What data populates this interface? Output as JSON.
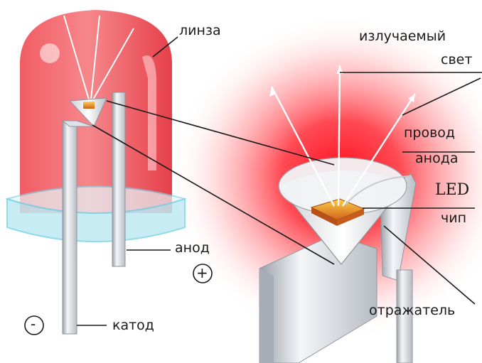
{
  "labels": {
    "lens": "линза",
    "emitted_light_1": "излучаемый",
    "emitted_light_2": "свет",
    "anode_wire_1": "провод",
    "anode_wire_2": "анода",
    "led": "LED",
    "chip": "чип",
    "anode": "анод",
    "cathode": "катод",
    "reflector": "отражатель",
    "plus": "+",
    "minus": "-"
  },
  "colors": {
    "lens_red": "#e8323c",
    "glow_red": "#ff1e2a",
    "metal": "#d7dbe0",
    "chip_orange": "#e87a1e",
    "base_cyan": "#7fd3e6",
    "line": "#1a1a1a"
  }
}
